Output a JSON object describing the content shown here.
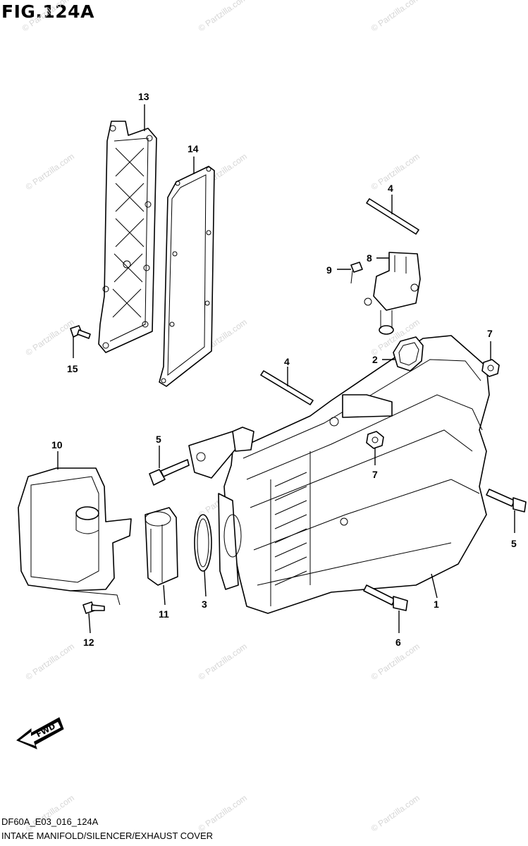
{
  "figure": {
    "title": "FIG.124A",
    "code": "DF60A_E03_016_124A",
    "description": "INTAKE MANIFOLD/SILENCER/EXHAUST COVER"
  },
  "fwd_label": "FWD",
  "watermark_text": "© Partzilla.com",
  "callouts": [
    {
      "id": "c1",
      "label": "1"
    },
    {
      "id": "c2",
      "label": "2"
    },
    {
      "id": "c3",
      "label": "3"
    },
    {
      "id": "c4a",
      "label": "4"
    },
    {
      "id": "c4b",
      "label": "4"
    },
    {
      "id": "c5a",
      "label": "5"
    },
    {
      "id": "c5b",
      "label": "5"
    },
    {
      "id": "c6",
      "label": "6"
    },
    {
      "id": "c7a",
      "label": "7"
    },
    {
      "id": "c7b",
      "label": "7"
    },
    {
      "id": "c8",
      "label": "8"
    },
    {
      "id": "c9",
      "label": "9"
    },
    {
      "id": "c10",
      "label": "10"
    },
    {
      "id": "c11",
      "label": "11"
    },
    {
      "id": "c12",
      "label": "12"
    },
    {
      "id": "c13",
      "label": "13"
    },
    {
      "id": "c14",
      "label": "14"
    },
    {
      "id": "c15",
      "label": "15"
    }
  ]
}
